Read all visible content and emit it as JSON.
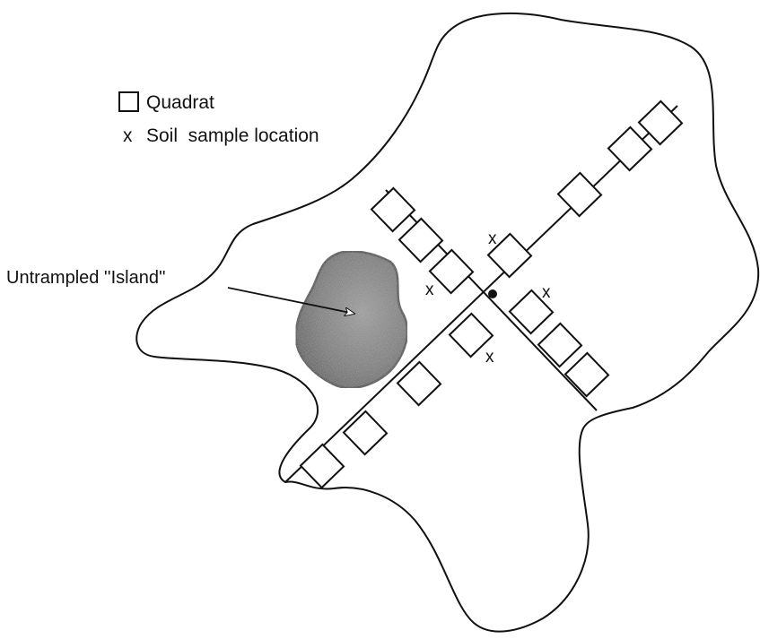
{
  "legend": {
    "quadrat_label": "Quadrat",
    "soil_marker": "x",
    "soil_label": "Soil  sample location"
  },
  "annotation": {
    "island_label": "Untrampled ''Island''"
  },
  "soil_sample_markers": [
    "x",
    "x",
    "x",
    "x"
  ],
  "colors": {
    "line": "#111111",
    "island_fill": "#6b6b6b",
    "island_stroke": "#2a2a2a",
    "background": "#ffffff"
  }
}
